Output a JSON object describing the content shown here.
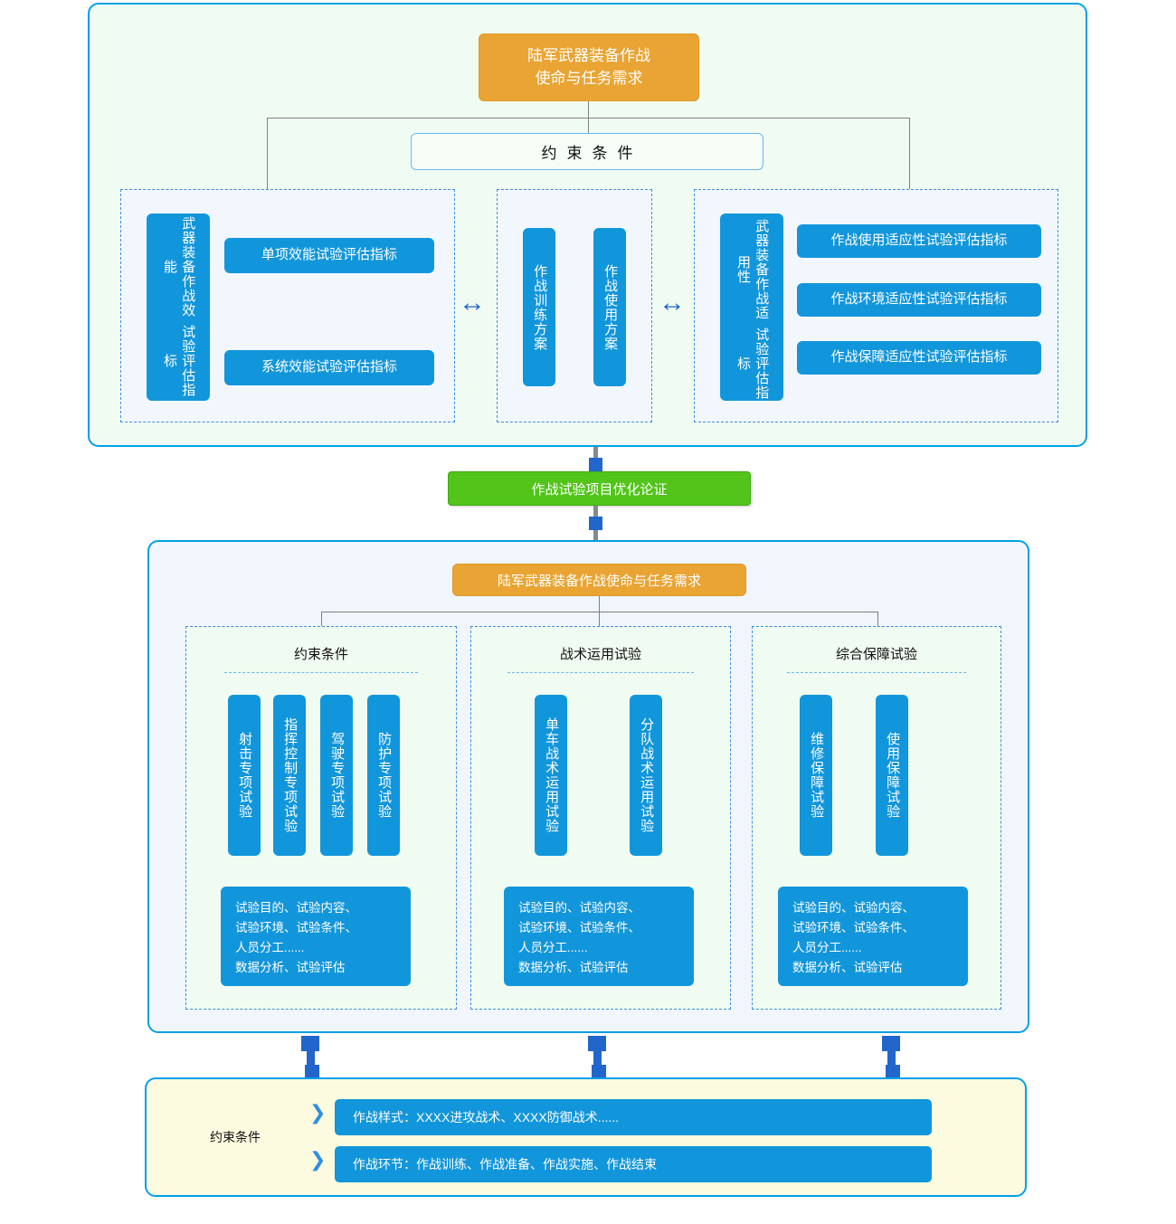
{
  "section1": {
    "title": "陆军武器装备作战\n使命与任务需求",
    "constraint_label": "约束条件",
    "panel_left": {
      "vertical_label_outer": "试验评估指标",
      "vertical_label_inner": "武器装备作战效能",
      "items": [
        "单项效能试验评估指标",
        "系统效能试验评估指标"
      ]
    },
    "panel_middle": {
      "items": [
        "作战训练方案",
        "作战使用方案"
      ]
    },
    "panel_right": {
      "vertical_label_outer": "试验评估指标",
      "vertical_label_inner": "武器装备作战适用性",
      "items": [
        "作战使用适应性试验评估指标",
        "作战环境适应性试验评估指标",
        "作战保障适应性试验评估指标"
      ]
    },
    "arrow_left": "↔",
    "arrow_right": "↔"
  },
  "middle_connector": {
    "label": "作战试验项目优化论证"
  },
  "section2": {
    "title": "陆军武器装备作战使命与任务需求",
    "groups": [
      {
        "title": "约束条件",
        "tests": [
          "射击专项试验",
          "指挥控制专项试验",
          "驾驶专项试验",
          "防护专项试验"
        ],
        "description": "试验目的、试验内容、\n试验环境、试验条件、\n人员分工......\n数据分析、试验评估"
      },
      {
        "title": "战术运用试验",
        "tests": [
          "单车战术运用试验",
          "分队战术运用试验"
        ],
        "description": "试验目的、试验内容、\n试验环境、试验条件、\n人员分工......\n数据分析、试验评估"
      },
      {
        "title": "综合保障试验",
        "tests": [
          "维修保障试验",
          "使用保障试验"
        ],
        "description": "试验目的、试验内容、\n试验环境、试验条件、\n人员分工......\n数据分析、试验评估"
      }
    ]
  },
  "section3": {
    "label": "约束条件",
    "chevron": "❯",
    "rows": [
      "作战样式：XXXX进攻战术、XXXX防御战术......",
      "作战环节：作战训练、作战准备、作战实施、作战结束"
    ]
  },
  "colors": {
    "blue_box": "#1296db",
    "orange": "#e9a433",
    "green": "#52c41a",
    "border_cyan": "#00a0e9",
    "connector_blue": "#2266cc",
    "bg_mint": "#f0fbf1",
    "bg_lightblue": "#f0f6fc",
    "bg_yellow": "#fcfbe0"
  }
}
